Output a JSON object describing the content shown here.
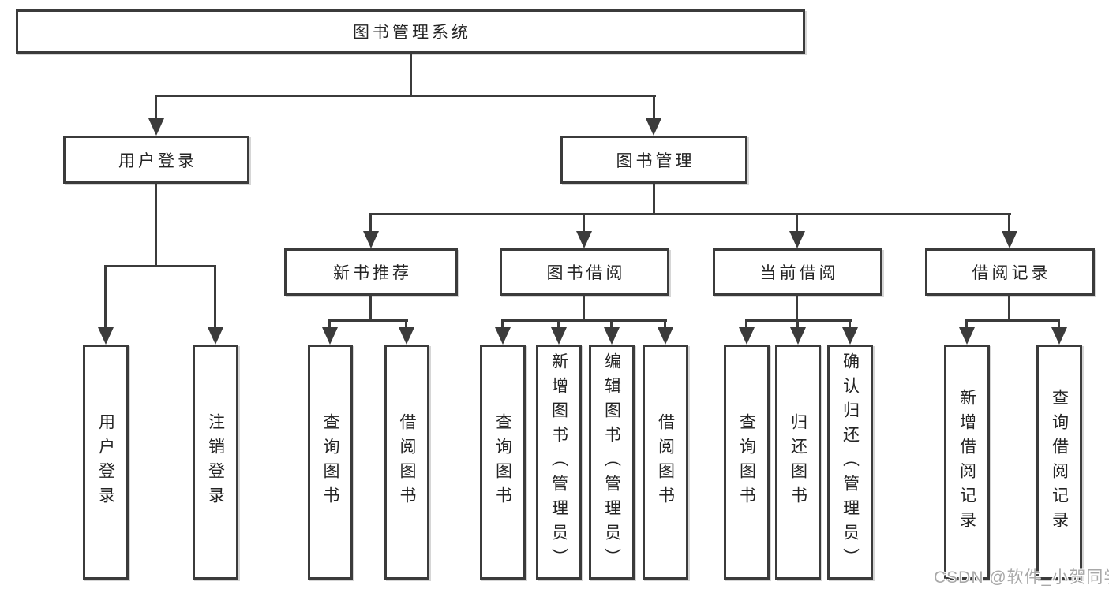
{
  "diagram": {
    "root": "图书管理系统",
    "level2": [
      "用户登录",
      "图书管理"
    ],
    "level3": [
      "新书推荐",
      "图书借阅",
      "当前借阅",
      "借阅记录"
    ],
    "leaves_login": [
      "用户登录",
      "注销登录"
    ],
    "leaves_new_book": [
      "查询图书",
      "借阅图书"
    ],
    "leaves_borrow": [
      "查询图书",
      "新增图书（管理员）",
      "编辑图书（管理员）",
      "借阅图书"
    ],
    "leaves_current": [
      "查询图书",
      "归还图书",
      "确认归还（管理员）"
    ],
    "leaves_record": [
      "新增借阅记录",
      "查询借阅记录"
    ]
  },
  "watermark": {
    "text": "CSDN @软件_小贺同学"
  },
  "colors": {
    "line": "#3b3b3b",
    "text": "#242424",
    "watermark": "#a8a8a8",
    "bg": "#ffffff"
  }
}
